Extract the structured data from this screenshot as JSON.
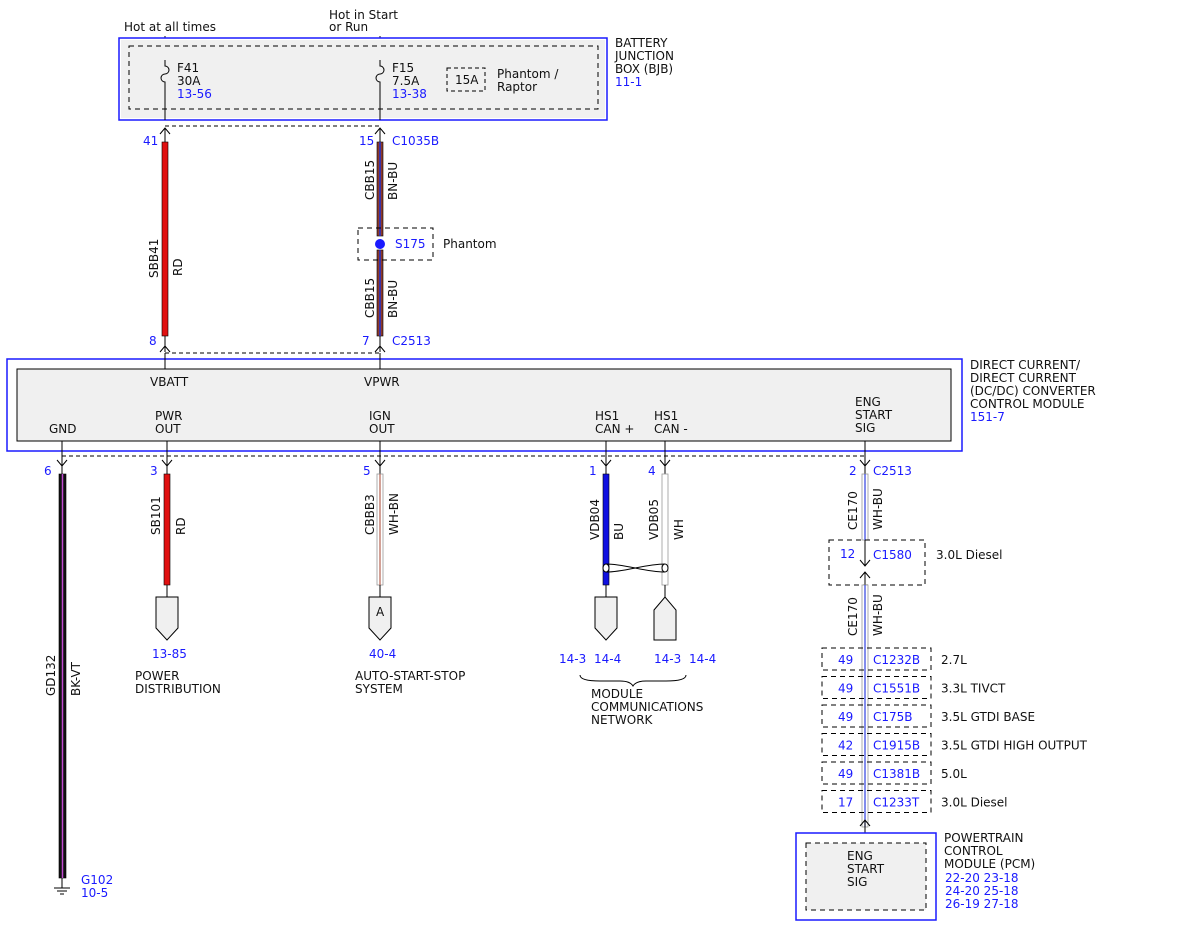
{
  "top": {
    "hot_always": "Hot at all times",
    "hot_start_1": "Hot in Start",
    "hot_start_2": "or Run"
  },
  "bjb": {
    "title_1": "BATTERY",
    "title_2": "JUNCTION",
    "title_3": "BOX (BJB)",
    "ref": "11-1",
    "fuse_f41": {
      "name": "F41",
      "rating": "30A",
      "ref": "13-56"
    },
    "fuse_f15": {
      "name": "F15",
      "rating": "7.5A",
      "ref": "13-38"
    },
    "alt_fuse": "15A",
    "alt_note_1": "Phantom /",
    "alt_note_2": "Raptor"
  },
  "wires_top": {
    "pin41": "41",
    "pin15": "15",
    "c1035b": "C1035B",
    "sbb41": "SBB41",
    "rd": "RD",
    "cbb15_a": "CBB15",
    "bnbu_a": "BN-BU",
    "s175": "S175",
    "phantom": "Phantom",
    "cbb15_b": "CBB15",
    "bnbu_b": "BN-BU",
    "pin8": "8",
    "pin7": "7",
    "c2513_top": "C2513"
  },
  "dcdc": {
    "title_1": "DIRECT CURRENT/",
    "title_2": "DIRECT CURRENT",
    "title_3": "(DC/DC) CONVERTER",
    "title_4": "CONTROL MODULE",
    "ref": "151-7",
    "vbatt": "VBATT",
    "vpwr": "VPWR",
    "gnd": "GND",
    "pwr_1": "PWR",
    "pwr_2": "OUT",
    "ign_1": "IGN",
    "ign_2": "OUT",
    "hs1p_1": "HS1",
    "hs1p_2": "CAN +",
    "hs1m_1": "HS1",
    "hs1m_2": "CAN -",
    "eng_1": "ENG",
    "eng_2": "START",
    "eng_3": "SIG"
  },
  "wires_bottom": {
    "pin6": "6",
    "pin3": "3",
    "pin5": "5",
    "pin1": "1",
    "pin4": "4",
    "pin2": "2",
    "c2513_bot": "C2513",
    "gd132": "GD132",
    "bkvt": "BK-VT",
    "g102": "G102",
    "g102_ref": "10-5",
    "sb101": "SB101",
    "rd2": "RD",
    "cbbb3": "CBBB3",
    "whbn": "WH-BN",
    "vdb04": "VDB04",
    "bu": "BU",
    "vdb05": "VDB05",
    "wh": "WH",
    "ce170_a": "CE170",
    "whbu_a": "WH-BU",
    "ce170_b": "CE170",
    "whbu_b": "WH-BU"
  },
  "destinations": {
    "pd_ref": "13-85",
    "pd_1": "POWER",
    "pd_2": "DISTRIBUTION",
    "ass_tag": "A",
    "ass_ref": "40-4",
    "ass_1": "AUTO-START-STOP",
    "ass_2": "SYSTEM",
    "can_ref_a1": "14-3",
    "can_ref_a2": "14-4",
    "can_ref_b1": "14-3",
    "can_ref_b2": "14-4",
    "mcn_1": "MODULE",
    "mcn_2": "COMMUNICATIONS",
    "mcn_3": "NETWORK"
  },
  "inline": {
    "c1580_pin": "12",
    "c1580": "C1580",
    "c1580_note": "3.0L Diesel",
    "rows": [
      {
        "pin": "49",
        "conn": "C1232B",
        "note": "2.7L"
      },
      {
        "pin": "49",
        "conn": "C1551B",
        "note": "3.3L TIVCT"
      },
      {
        "pin": "49",
        "conn": "C175B",
        "note": "3.5L GTDI BASE"
      },
      {
        "pin": "42",
        "conn": "C1915B",
        "note": "3.5L GTDI HIGH OUTPUT"
      },
      {
        "pin": "49",
        "conn": "C1381B",
        "note": "5.0L"
      },
      {
        "pin": "17",
        "conn": "C1233T",
        "note": "3.0L Diesel"
      }
    ]
  },
  "pcm": {
    "inner_1": "ENG",
    "inner_2": "START",
    "inner_3": "SIG",
    "title_1": "POWERTRAIN",
    "title_2": "CONTROL",
    "title_3": "MODULE (PCM)",
    "refs_1": "22-20 23-18",
    "refs_2": "24-20 25-18",
    "refs_3": "26-19 27-18"
  },
  "colors": {
    "module_border": "#1a1aff",
    "red_wire": "#e01010",
    "blue_wire": "#1010e0",
    "link_blue": "#1a1aff"
  }
}
